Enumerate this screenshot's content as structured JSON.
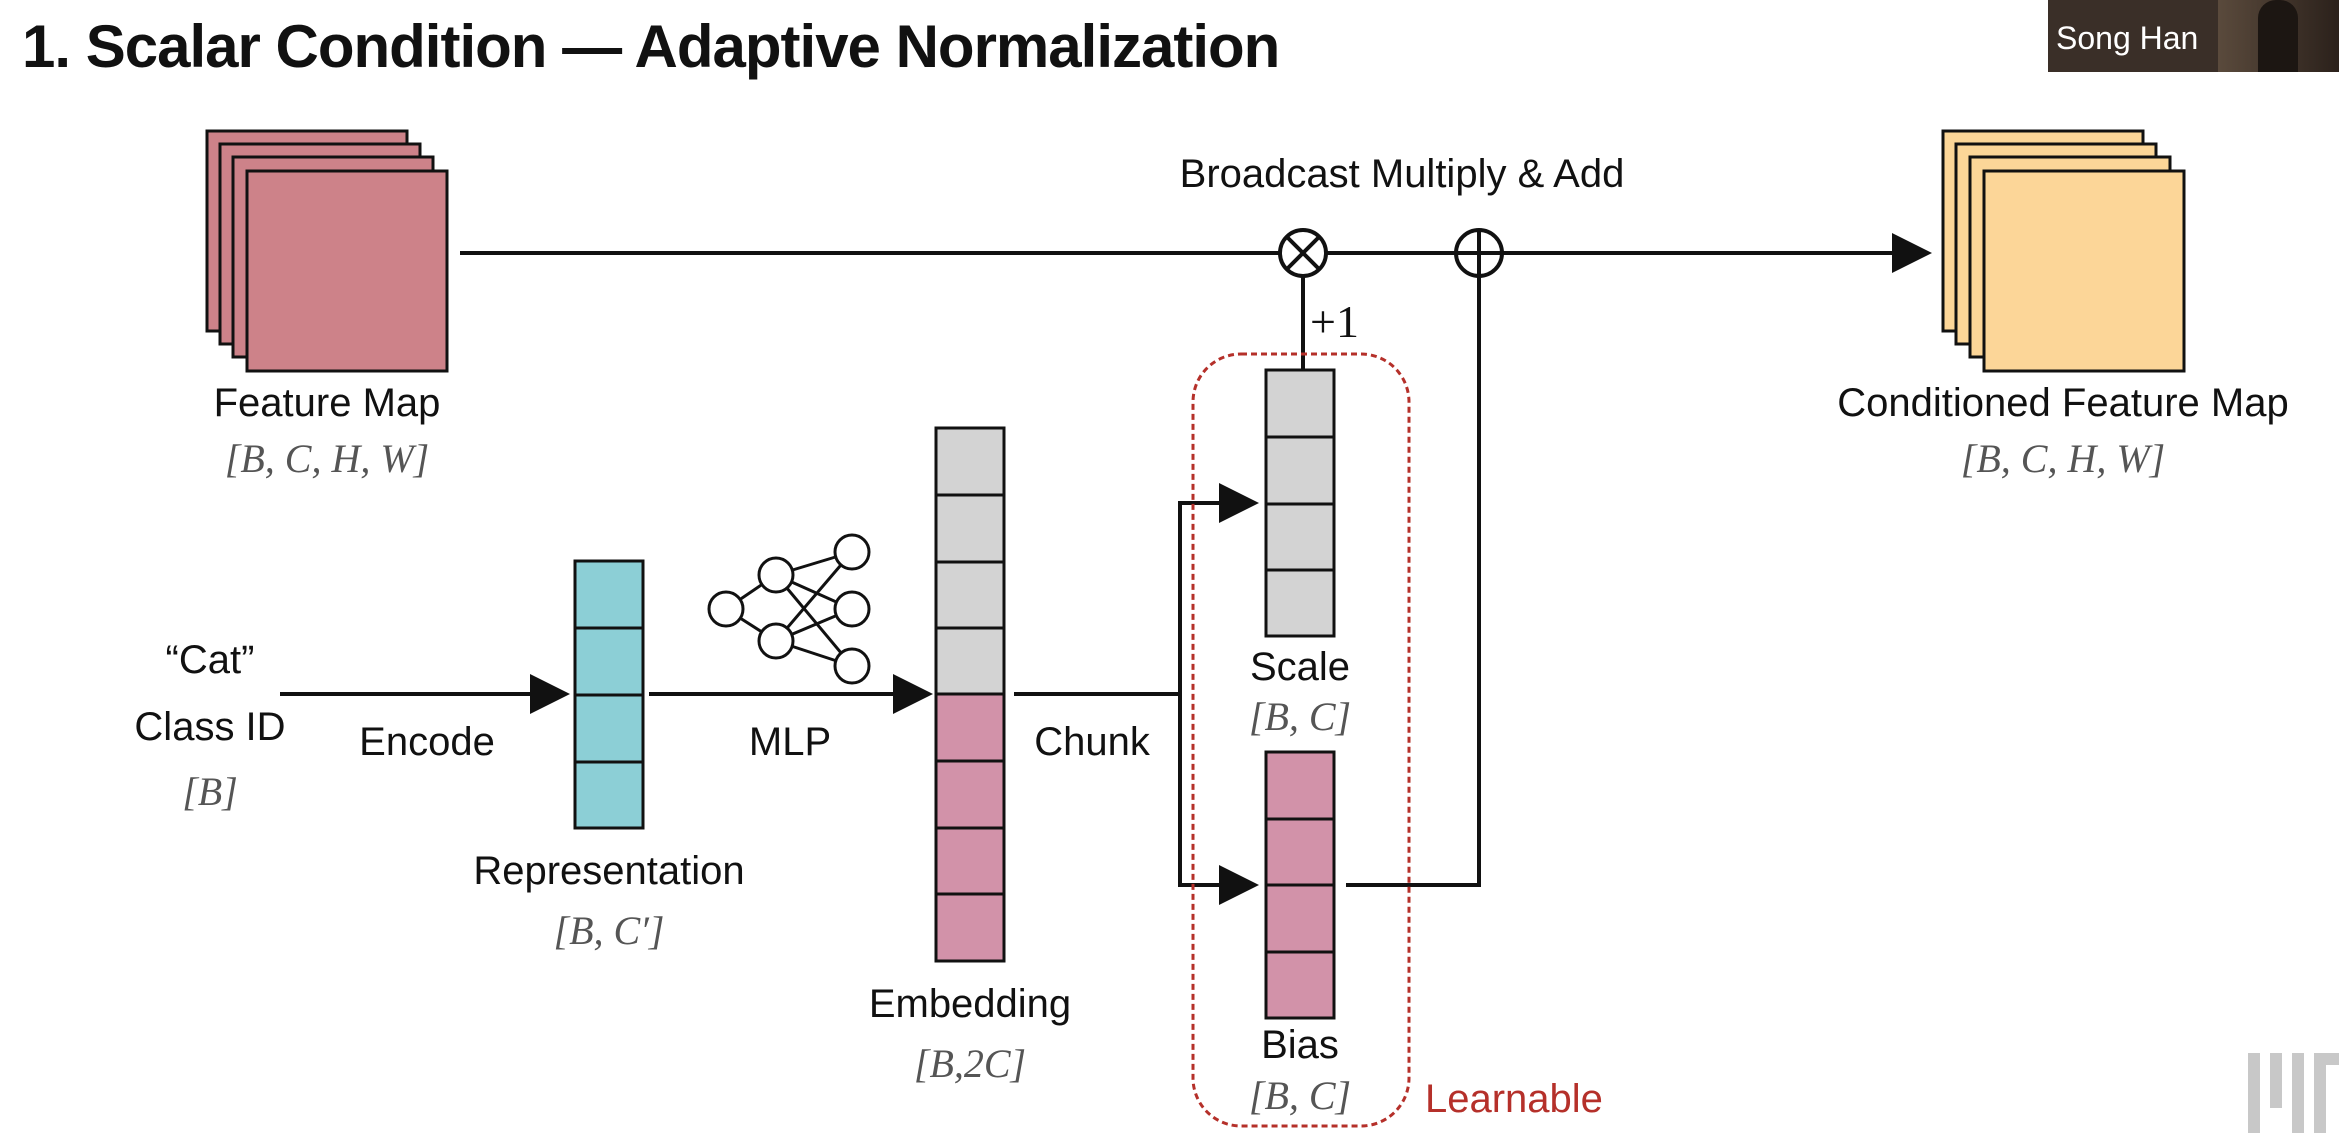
{
  "slide": {
    "title": "1. Scalar Condition — Adaptive Normalization"
  },
  "video": {
    "speaker": "Song Han"
  },
  "diagram": {
    "feature_map": {
      "label": "Feature Map",
      "shape": "[B, C, H, W]"
    },
    "broadcast": {
      "label": "Broadcast Multiply & Add"
    },
    "plus_one": "+1",
    "conditioned": {
      "label": "Conditioned Feature Map",
      "shape": "[B, C, H, W]"
    },
    "input": {
      "line1": "“Cat”",
      "line2": "Class ID",
      "shape": "[B]"
    },
    "encode": "Encode",
    "representation": {
      "label": "Representation",
      "shape": "[B, C′]"
    },
    "mlp": "MLP",
    "embedding": {
      "label": "Embedding",
      "shape": "[B,2C]"
    },
    "chunk": "Chunk",
    "scale": {
      "label": "Scale",
      "shape": "[B, C]"
    },
    "bias": {
      "label": "Bias",
      "shape": "[B, C]"
    },
    "learnable": "Learnable",
    "colors": {
      "feature_map": "#cd8289",
      "conditioned": "#fcd698",
      "representation": "#8ccfd6",
      "gray_cell": "#d3d3d3",
      "pink_cell": "#d292a9",
      "learnable": "#b5302a"
    }
  }
}
